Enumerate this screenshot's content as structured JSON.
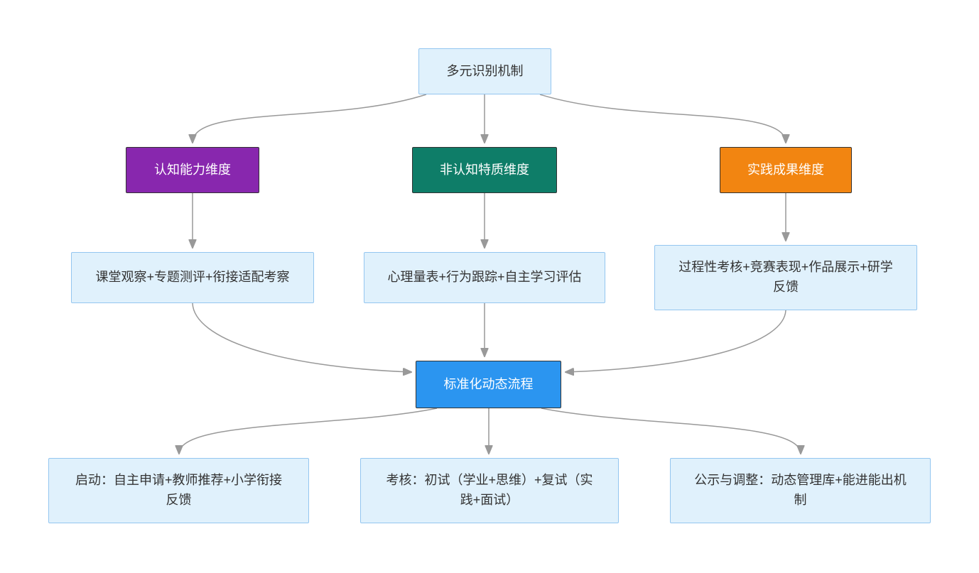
{
  "colors": {
    "background": "#ffffff",
    "edge": "#999999",
    "light_node_fill": "#e0f1fc",
    "light_node_border": "#94c6f0",
    "light_node_text": "#333333",
    "solid_node_border": "#333333",
    "solid_node_text": "#ffffff",
    "purple": "#8827ae",
    "teal": "#0e7d68",
    "orange": "#f28511",
    "blue": "#2b95f0"
  },
  "nodes": {
    "root": {
      "label": "多元识别机制"
    },
    "cognitive": {
      "label": "认知能力维度"
    },
    "noncognitive": {
      "label": "非认知特质维度"
    },
    "practice": {
      "label": "实践成果维度"
    },
    "cognitive_methods": {
      "label": "课堂观察+专题测评+衔接适配考察"
    },
    "noncognitive_methods": {
      "label": "心理量表+行为跟踪+自主学习评估"
    },
    "practice_methods": {
      "label": "过程性考核+竞赛表现+作品展示+研学\n反馈"
    },
    "process": {
      "label": "标准化动态流程"
    },
    "step_start": {
      "label": "启动：自主申请+教师推荐+小学衔接\n反馈"
    },
    "step_exam": {
      "label": "考核：初试（学业+思维）+复试（实\n践+面试）"
    },
    "step_publicity": {
      "label": "公示与调整：动态管理库+能进能出机\n制"
    }
  },
  "edges": [
    {
      "from": "root",
      "to": "cognitive"
    },
    {
      "from": "root",
      "to": "noncognitive"
    },
    {
      "from": "root",
      "to": "practice"
    },
    {
      "from": "cognitive",
      "to": "cognitive_methods"
    },
    {
      "from": "noncognitive",
      "to": "noncognitive_methods"
    },
    {
      "from": "practice",
      "to": "practice_methods"
    },
    {
      "from": "cognitive_methods",
      "to": "process"
    },
    {
      "from": "noncognitive_methods",
      "to": "process"
    },
    {
      "from": "practice_methods",
      "to": "process"
    },
    {
      "from": "process",
      "to": "step_start"
    },
    {
      "from": "process",
      "to": "step_exam"
    },
    {
      "from": "process",
      "to": "step_publicity"
    }
  ]
}
